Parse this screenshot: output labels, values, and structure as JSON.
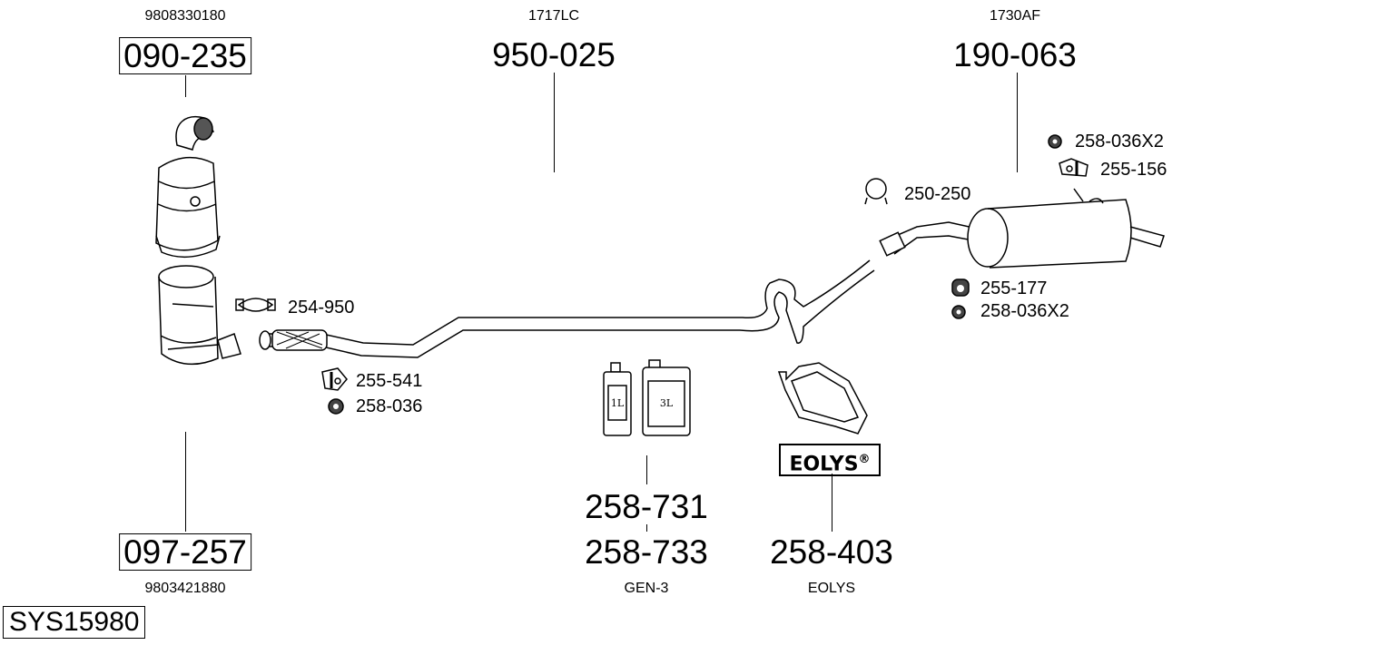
{
  "system_id": "SYS15980",
  "groups": {
    "front": {
      "top_ref": "9808330180",
      "top_part": "090-235",
      "bottom_part": "097-257",
      "bottom_ref": "9803421880"
    },
    "middle": {
      "ref": "1717LC",
      "part": "950-025"
    },
    "rear": {
      "ref": "1730AF",
      "part": "190-063"
    },
    "additive": {
      "part_1": "258-731",
      "part_2": "258-733",
      "ref": "GEN-3",
      "can_small": "1L",
      "can_large": "3L"
    },
    "eolys": {
      "logo": "EOLYS",
      "logo_mark": "®",
      "part": "258-403",
      "ref": "EOLYS"
    }
  },
  "accessories": [
    {
      "id": "254-950"
    },
    {
      "id": "255-541"
    },
    {
      "id": "258-036"
    },
    {
      "id": "250-250"
    },
    {
      "id": "258-036X2"
    },
    {
      "id": "255-156"
    },
    {
      "id": "255-177"
    },
    {
      "id": "258-036X2"
    }
  ]
}
